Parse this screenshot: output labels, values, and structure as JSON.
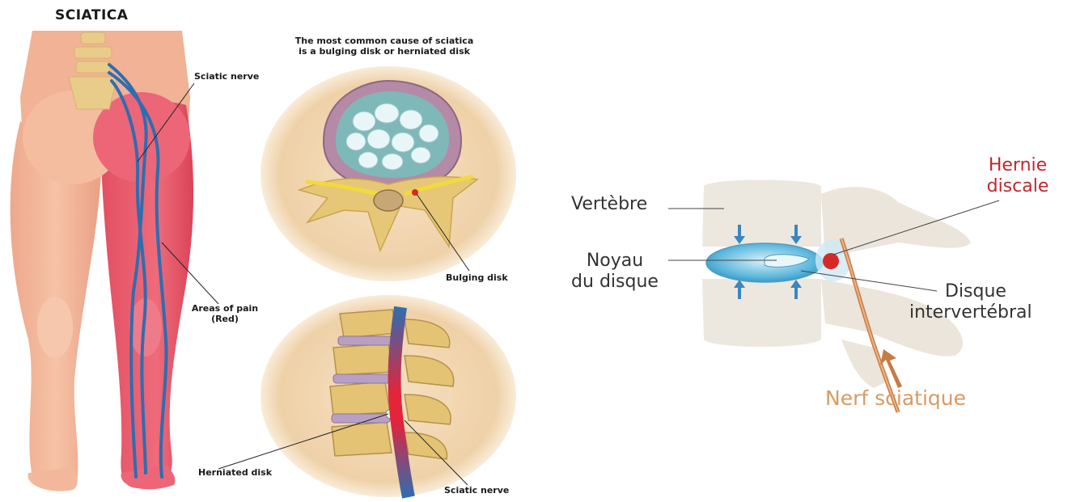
{
  "left_figure": {
    "title": "SCIATICA",
    "caption_line1": "The most common cause of sciatica",
    "caption_line2": "is a bulging disk or herniated disk",
    "label_sciatic_nerve_top": "Sciatic nerve",
    "label_areas_of_pain_line1": "Areas of pain",
    "label_areas_of_pain_line2": "(Red)",
    "label_bulging_disk": "Bulging disk",
    "label_herniated_disk": "Herniated disk",
    "label_sciatic_nerve_bottom": "Sciatic nerve"
  },
  "right_figure": {
    "label_vertebre": "Vertèbre",
    "label_noyau_line1": "Noyau",
    "label_noyau_line2": "du disque",
    "label_hernie_line1": "Hernie",
    "label_hernie_line2": "discale",
    "label_disque_line1": "Disque",
    "label_disque_line2": "intervertébral",
    "label_nerf": "Nerf sciatique"
  },
  "colors": {
    "skin": "#f3b89c",
    "pain": "#e8586a",
    "nerve": "#2f6db0",
    "bone": "#e6c778",
    "vertebra_gray": "#ede8df",
    "disc_blue": "#7ec8e3",
    "hernia_red": "#d42a2a",
    "nerf_tan": "#d99a63"
  }
}
